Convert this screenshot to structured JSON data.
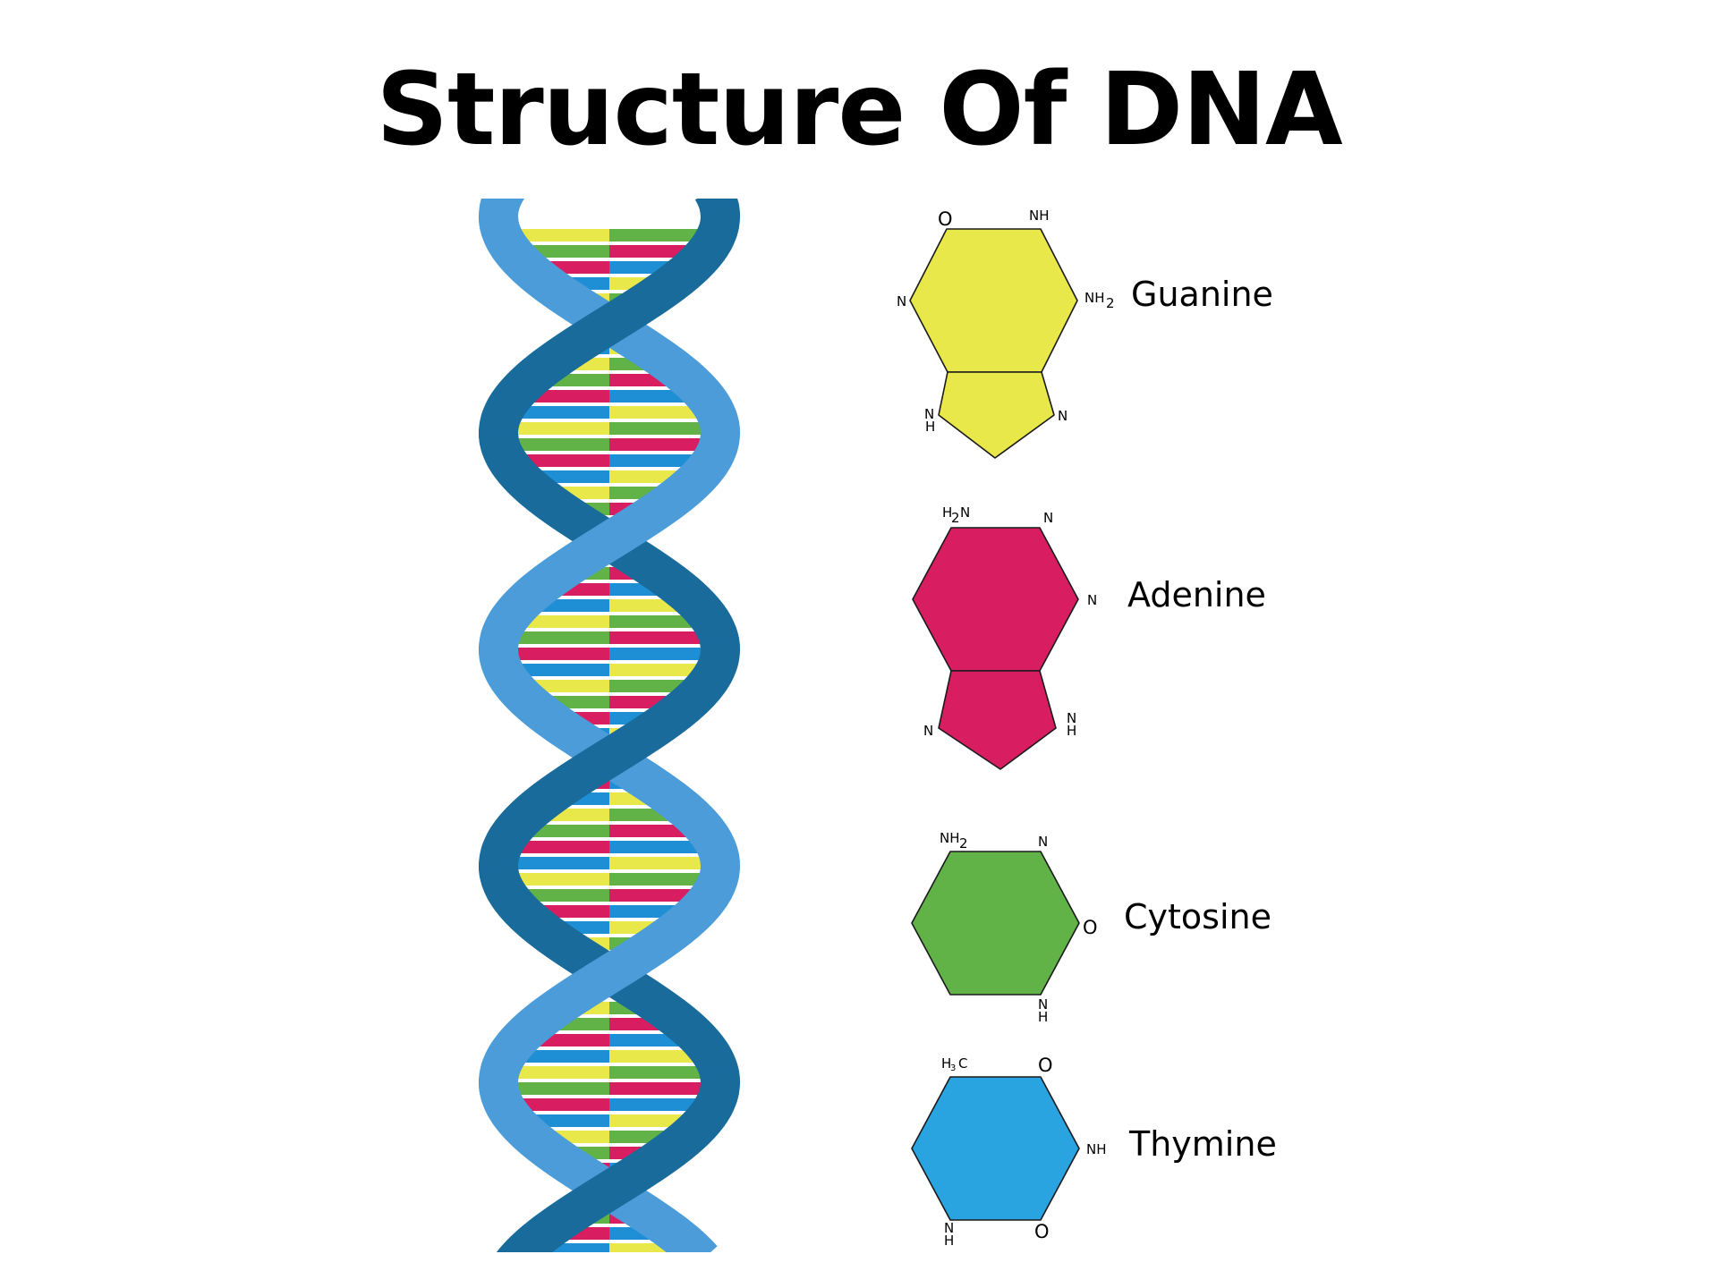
{
  "title": "Structure Of DNA",
  "colors": {
    "strand_light": "#4b9cd8",
    "strand_dark": "#196b9c",
    "guanine": "#e8e84a",
    "adenine": "#d81e61",
    "cytosine": "#61b247",
    "thymine": "#2aa4e0",
    "rung_green": "#61b247",
    "rung_yellow": "#e8e84a",
    "rung_pink": "#d81e61",
    "rung_blue": "#1e8fd4"
  },
  "bases": {
    "guanine": {
      "name": "Guanine",
      "atoms": [
        "O",
        "NH",
        "N",
        "NH",
        "2",
        "N",
        "H",
        "N"
      ]
    },
    "adenine": {
      "name": "Adenine",
      "atoms": [
        "H",
        "2",
        "N",
        "N",
        "N",
        "N",
        "N",
        "H"
      ]
    },
    "cytosine": {
      "name": "Cytosine",
      "atoms": [
        "NH",
        "2",
        "N",
        "O",
        "N",
        "H"
      ]
    },
    "thymine": {
      "name": "Thymine",
      "atoms": [
        "H",
        "3",
        "C",
        "O",
        "NH",
        "N",
        "H",
        "O"
      ]
    }
  }
}
